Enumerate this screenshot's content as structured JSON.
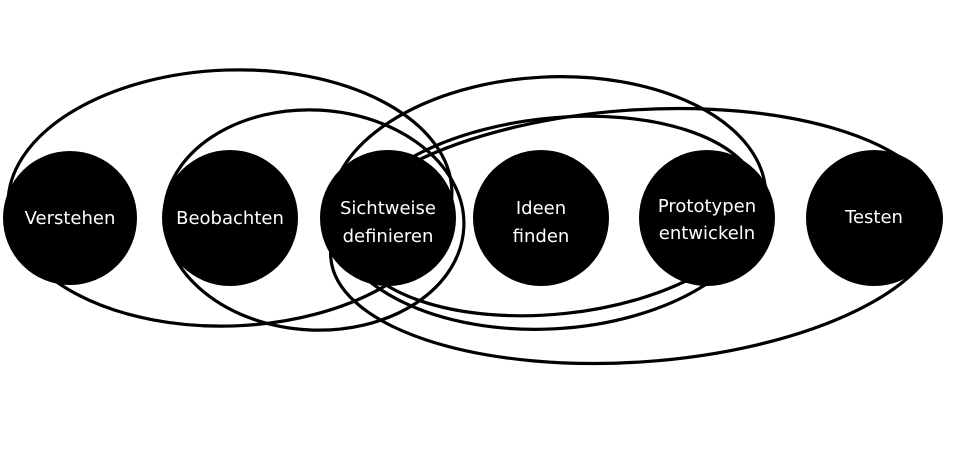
{
  "diagram": {
    "title": "Design Thinking Prozess",
    "colors": {
      "node_fill": "#000000",
      "label": "#ffffff",
      "ring": "#000000",
      "background": "#ffffff"
    },
    "nodes": [
      {
        "id": "verstehen",
        "lines": [
          "Verstehen"
        ]
      },
      {
        "id": "beobachten",
        "lines": [
          "Beobachten"
        ]
      },
      {
        "id": "sichtweise",
        "lines": [
          "Sichtweise",
          "definieren"
        ]
      },
      {
        "id": "ideen",
        "lines": [
          "Ideen",
          "finden"
        ]
      },
      {
        "id": "prototypen",
        "lines": [
          "Prototypen",
          "entwickeln"
        ]
      },
      {
        "id": "testen",
        "lines": [
          "Testen"
        ]
      }
    ],
    "groups": [
      {
        "id": "group-verstehen-sichtweise",
        "members": [
          "verstehen",
          "beobachten",
          "sichtweise"
        ]
      },
      {
        "id": "group-beobachten-sichtweise",
        "members": [
          "beobachten",
          "sichtweise"
        ]
      },
      {
        "id": "group-sichtweise-prototypen",
        "members": [
          "sichtweise",
          "ideen",
          "prototypen"
        ]
      },
      {
        "id": "group-ideen-prototypen",
        "members": [
          "sichtweise",
          "ideen",
          "prototypen"
        ]
      },
      {
        "id": "group-sichtweise-testen",
        "members": [
          "sichtweise",
          "ideen",
          "prototypen",
          "testen"
        ]
      }
    ]
  }
}
